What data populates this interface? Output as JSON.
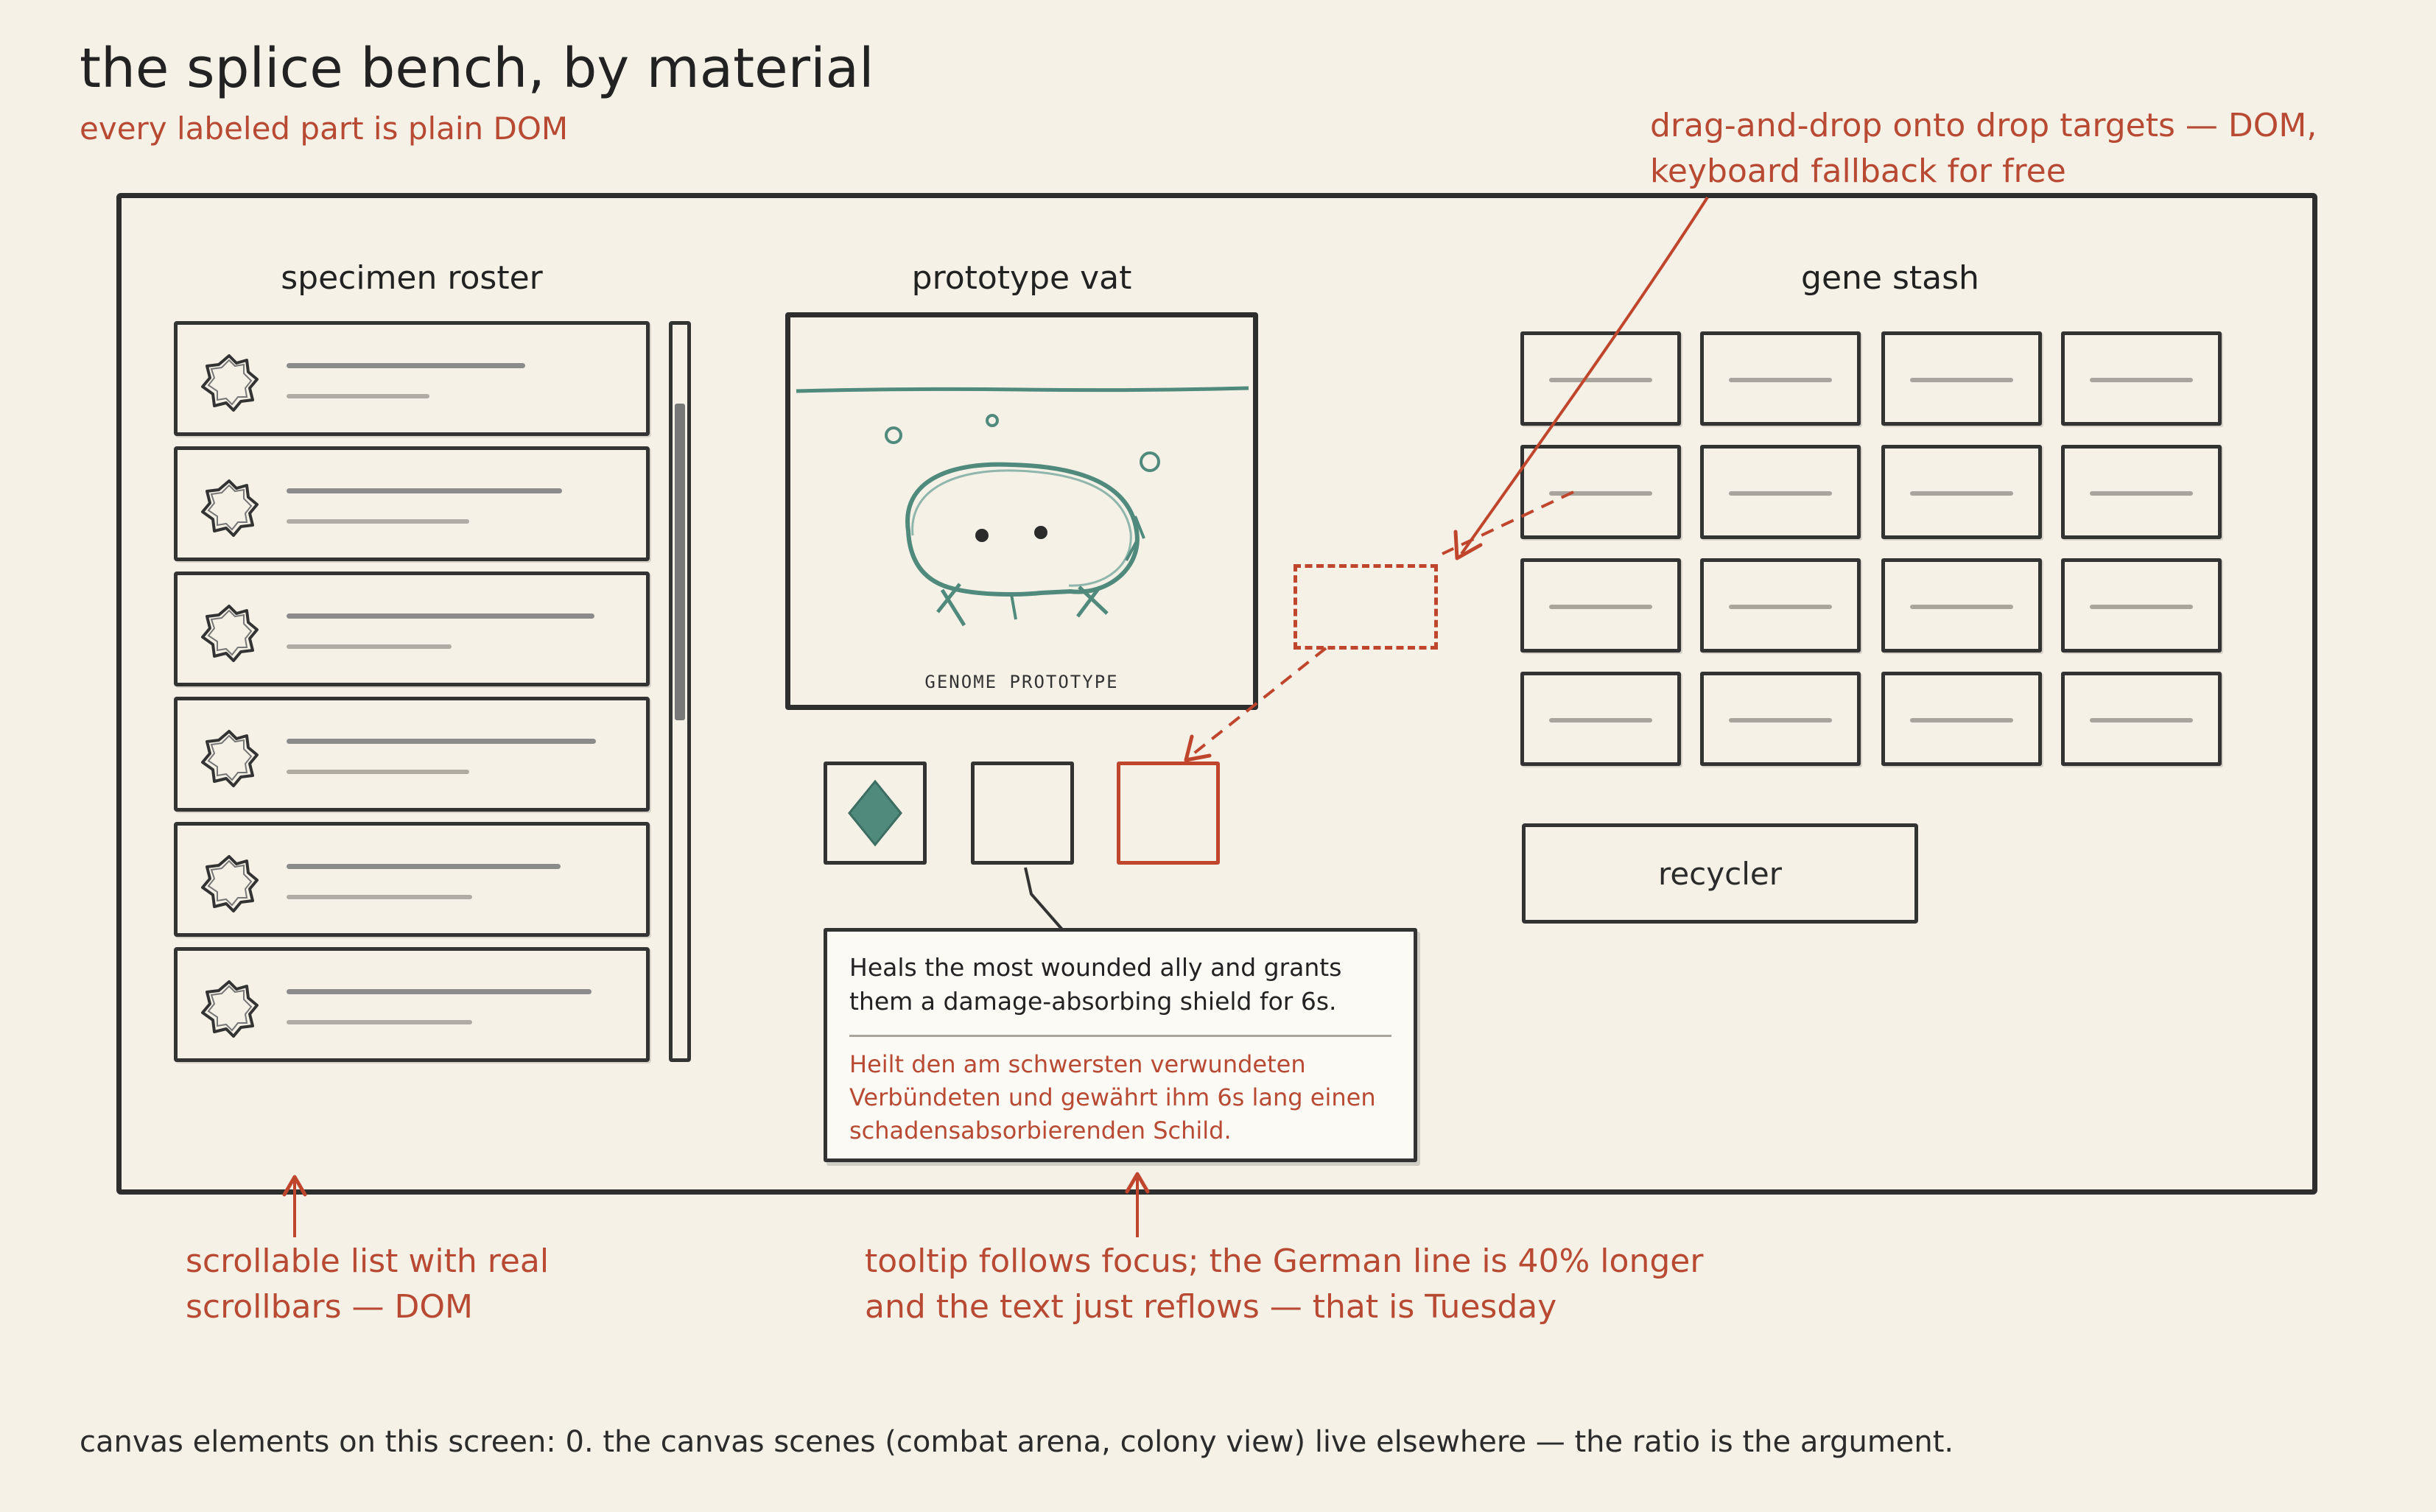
{
  "title": "the splice bench, by material",
  "subtitle": "every labeled part is plain DOM",
  "sections": {
    "roster": "specimen roster",
    "vat": "prototype vat",
    "stash": "gene stash"
  },
  "vat_caption": "GENOME PROTOTYPE",
  "recycler_label": "recycler",
  "tooltip": {
    "en": "Heals the most wounded ally and grants them a damage-absorbing shield for 6s.",
    "de": "Heilt den am schwersten verwundeten Verbündeten und gewährt ihm 6s lang einen schadensabsorbierenden Schild."
  },
  "notes": {
    "drag_line1": "drag-and-drop onto drop targets — DOM,",
    "drag_line2": "keyboard fallback for free",
    "scroll_line1": "scrollable list with real",
    "scroll_line2": "scrollbars — DOM",
    "tooltip_line1": "tooltip follows focus; the German line is 40% longer",
    "tooltip_line2": "and the text just reflows — that is Tuesday"
  },
  "footer": "canvas elements on this screen: 0. the canvas scenes (combat arena, colony view) live elsewhere — the ratio is the argument.",
  "colors": {
    "accent": "#c0452d",
    "teal": "#4f8a7c",
    "ink": "#2e2e2e",
    "paper": "#f5f1e7"
  }
}
